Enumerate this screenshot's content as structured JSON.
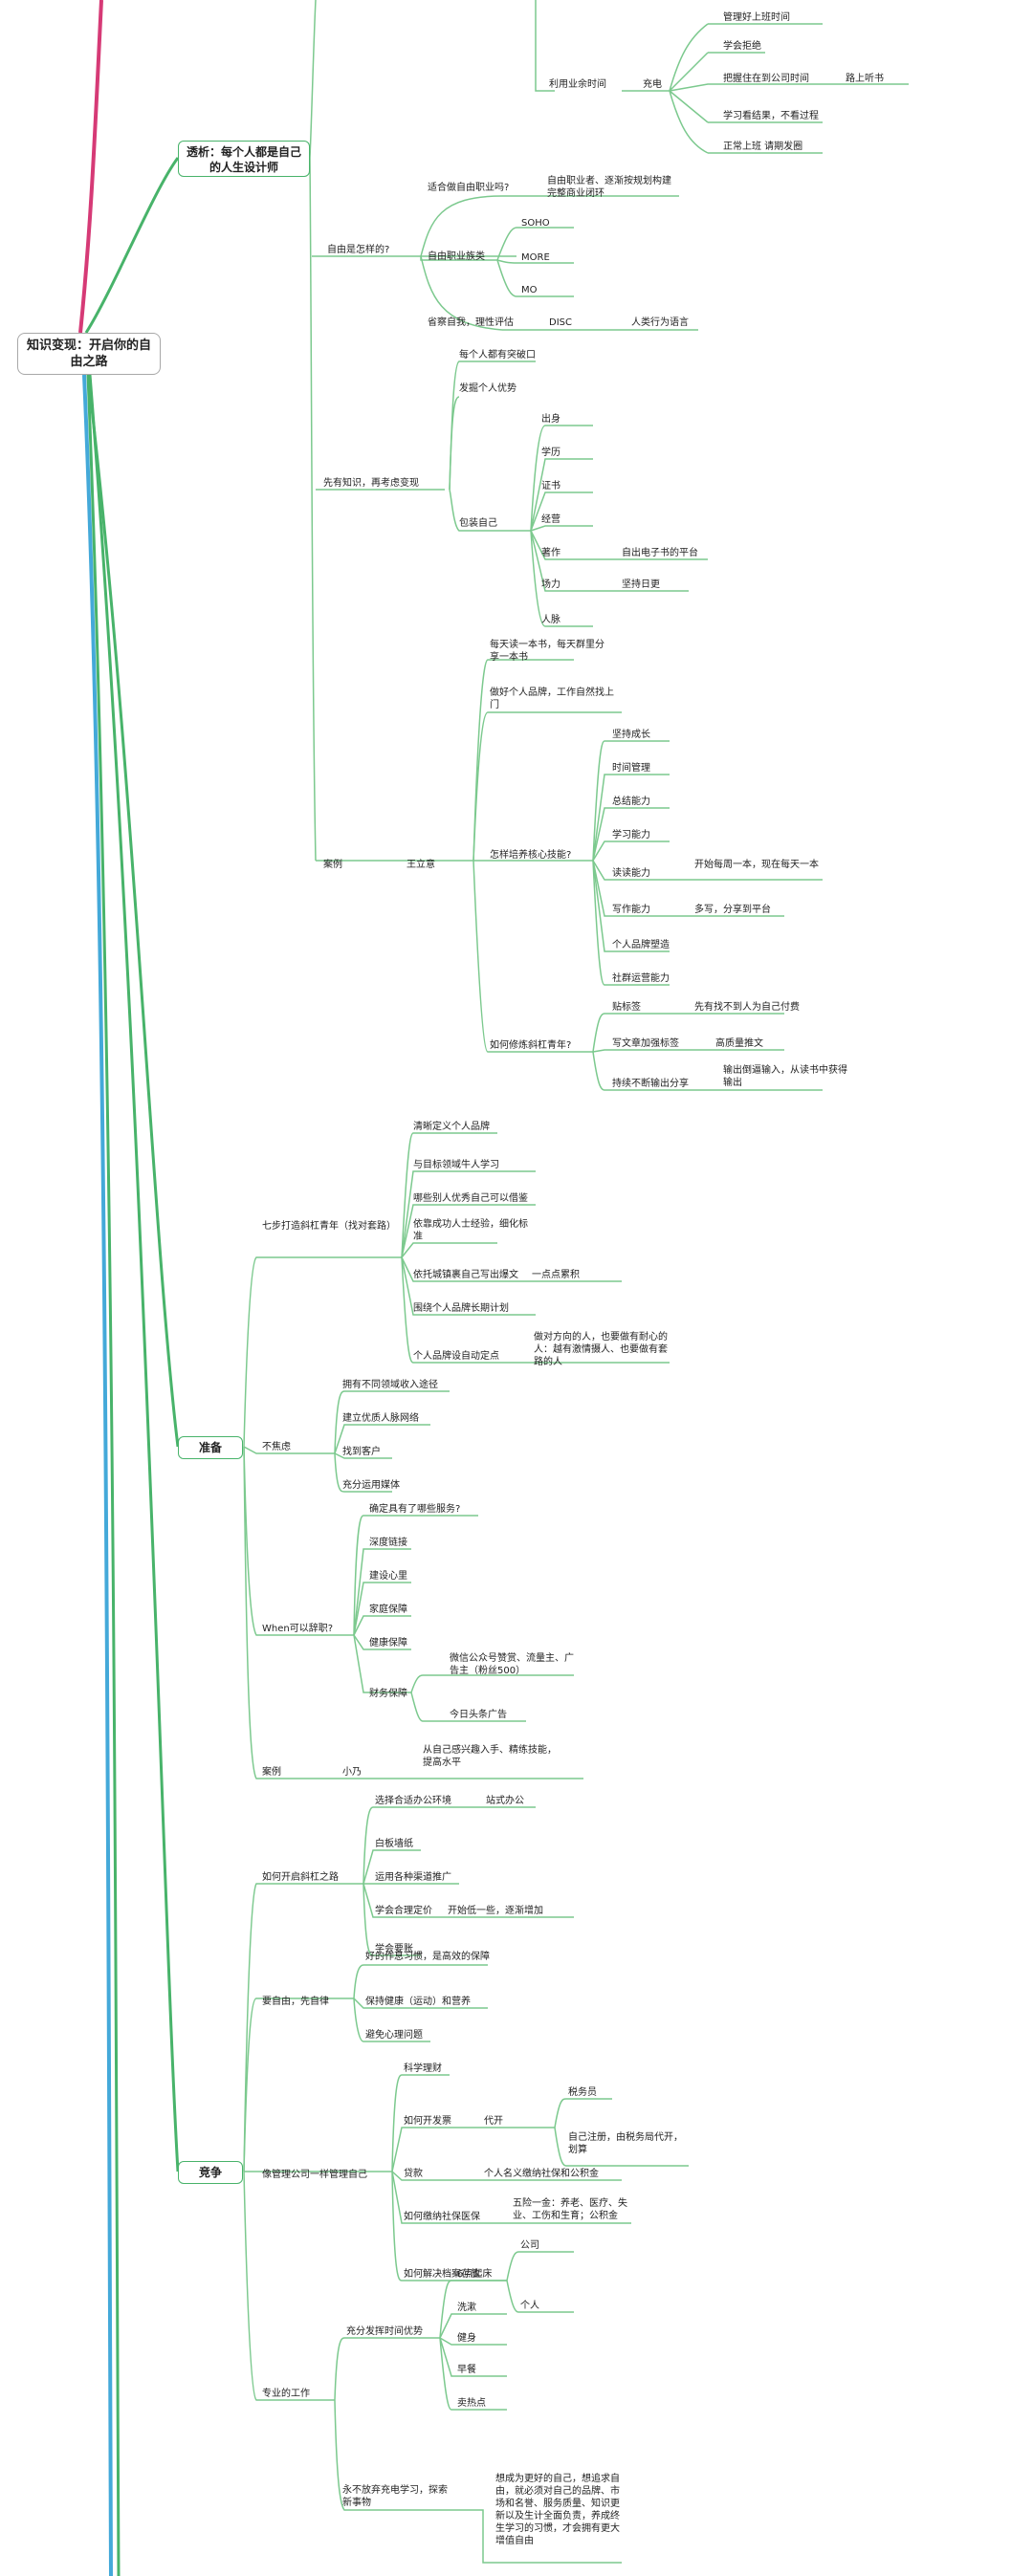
{
  "root": "知识变现：开启你的自由之路",
  "sections": {
    "s1": "透析：每个人都是自己的人生设计师",
    "s2": "准备",
    "s3": "竞争"
  },
  "top": {
    "use_spare": "利用业余时间",
    "charge": "充电",
    "manage_commute": "管理好上班时间",
    "reject": "学会拒绝",
    "good_commute": "把握住在到公司时间",
    "listen_book": "路上听书",
    "learn_result": "学习看结果，不看过程",
    "normal_work": "正常上班 请期发圈"
  },
  "free": {
    "free_how": "自由是怎样的?",
    "suitable": "适合做自由职业吗?",
    "suitable_ans": "自由职业者、逐渐按规划构建完整商业闭环",
    "kinds": "自由职业族类",
    "soho": "SOHO",
    "more": "MORE",
    "mo": "MO",
    "self_know": "省察自我，理性评估",
    "disc": "DISC",
    "disc_desc": "人类行为语言"
  },
  "know": {
    "title": "先有知识，再考虑变现",
    "gap": "每个人都有突破口",
    "explore": "发掘个人优势",
    "pack": "包装自己",
    "origin": "出身",
    "edu": "学历",
    "cert": "证书",
    "exp": "经营",
    "works": "著作",
    "works_desc": "自出电子书的平台",
    "influence": "场力",
    "influence_desc": "坚持日更",
    "network": "人脉"
  },
  "case": {
    "title": "案例",
    "name": "王立意",
    "daily": "每天读一本书，每天群里分享一本书",
    "brand": "做好个人品牌，工作自然找上门",
    "core": "怎样培养核心技能?",
    "keep": "坚持成长",
    "time": "时间管理",
    "summary": "总结能力",
    "learn": "学习能力",
    "read": "读读能力",
    "read_desc": "开始每周一本，现在每天一本",
    "write": "写作能力",
    "write_desc": "多写，分享到平台",
    "brand2": "个人品牌塑造",
    "social": "社群运营能力",
    "how_kol": "如何修炼斜杠青年?",
    "tag": "贴标签",
    "tag_desc": "先有找不到人为自己付费",
    "article": "写文章加强标签",
    "article_desc": "高质量推文",
    "output": "持续不断输出分享",
    "output_desc": "输出倒逼输入，从读书中获得输出"
  },
  "prep": {
    "seven": "七步打造斜杠青年（找对套路）",
    "define": "清晰定义个人品牌",
    "learn_top": "与目标领域牛人学习",
    "copy": "哪些别人优秀自己可以借鉴",
    "success": "依靠成功人士经验，细化标准",
    "dep": "依托城镇裹自己写出爆文",
    "dep_desc": "一点点累积",
    "circle": "围绕个人品牌长期计划",
    "personal": "个人品牌设自动定点",
    "personal_desc": "做对方向的人，也要做有耐心的人：越有激情摄人、也要做有套路的人",
    "worry": "不焦虑",
    "multi": "拥有不同领域收入途径",
    "partner": "建立优质人脉网络",
    "find": "找到客户",
    "media": "充分运用媒体",
    "when": "When可以辞职?",
    "sure": "确定具有了哪些服务?",
    "deep": "深度链接",
    "build": "建设心里",
    "family": "家庭保障",
    "health": "健康保障",
    "money": "财务保障",
    "money_desc": "微信公众号赞赏、流量主、广告主（粉丝500）",
    "headline": "今日头条广告",
    "case": "案例",
    "case_name": "小乃",
    "case_desc": "从自己感兴趣入手、精练技能，提高水平"
  },
  "comp": {
    "start": "如何开启斜杠之路",
    "office": "选择合适办公环境",
    "office_desc": "站式办公",
    "whiteboard": "白板墙纸",
    "promote": "运用各种渠道推广",
    "price": "学会合理定价",
    "price_desc": "开始低一些，逐渐增加",
    "bargain": "学会要账",
    "self": "要自由，先自律",
    "habit": "好的作息习惯，是高效的保障",
    "sport": "保持健康（运动）和营养",
    "mind": "避免心理问题",
    "manage": "像管理公司一样管理自己",
    "finance": "科学理财",
    "invoice": "如何开发票",
    "agent": "代开",
    "tax": "税务员",
    "reg": "自己注册，由税务局代开，划算",
    "loan": "贷款",
    "loan_desc": "个人名义缴纳社保和公积金",
    "insure": "如何缴纳社保医保",
    "insure_desc": "五险一金：养老、医疗、失业、工伤和生育；公积金",
    "archive": "如何解决档案存放",
    "company": "公司",
    "person": "个人",
    "pro": "专业的工作",
    "use_time": "充分发挥时间优势",
    "six": "6点起床",
    "wash": "洗漱",
    "fit": "健身",
    "breakfast": "早餐",
    "hot": "卖热点",
    "never": "永不放弃充电学习，探索新事物",
    "never_desc": "想成为更好的自己，想追求自由，就必须对自己的品牌、市场和名誉、服务质量、知识更新以及生计全面负责，养成终生学习的习惯，才会拥有更大增值自由"
  },
  "colors": {
    "green": "#48b36a",
    "teal": "#3aa7a0",
    "pink": "#d63a76",
    "blue": "#44a9d9",
    "leaf": "#7cc98e"
  }
}
